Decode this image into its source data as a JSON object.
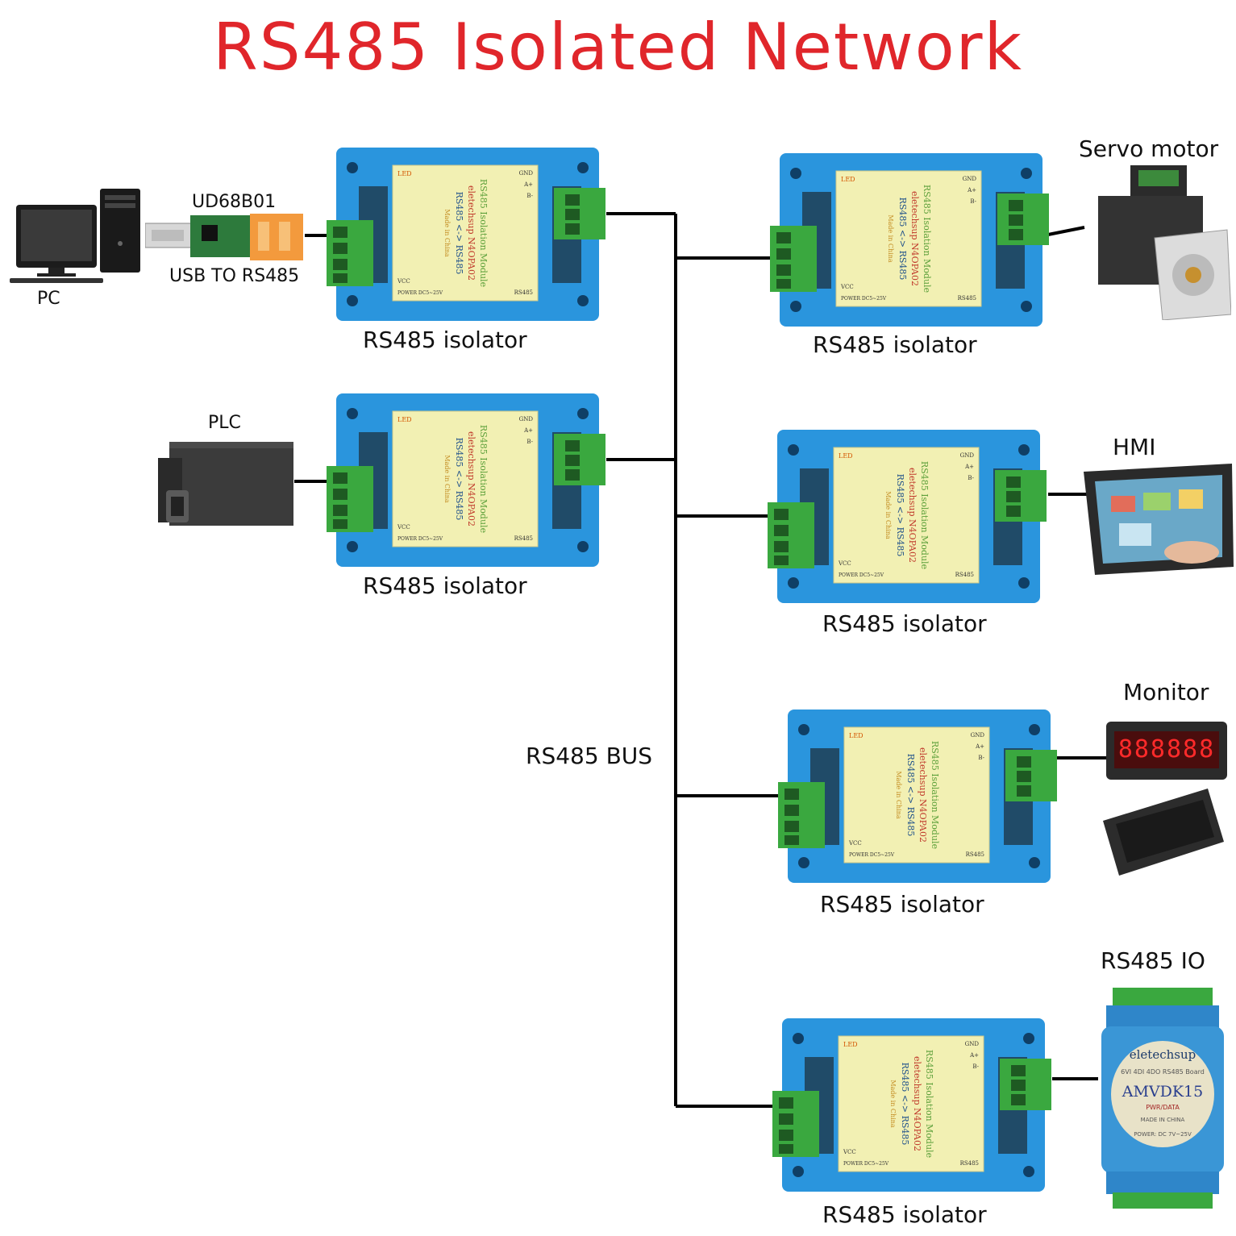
{
  "title": "RS485 Isolated Network",
  "bus_label": "RS485 BUS",
  "isolator_label": "RS485 isolator",
  "devices": {
    "pc": "PC",
    "usb_model": "UD68B01",
    "usb_label": "USB TO RS485",
    "plc": "PLC",
    "servo": "Servo motor",
    "hmi": "HMI",
    "monitor": "Monitor",
    "io": "RS485 IO"
  },
  "module_card": {
    "line1": "RS485 Isolation Module",
    "line2": "eletechsup   N4OPA02",
    "line3": "RS485 <-> RS485",
    "line4": "Made in China",
    "led": "LED",
    "t_gnd": "GND",
    "t_a": "A+",
    "t_b": "B-",
    "t_vcc": "VCC",
    "t_power": "POWER DC5~25V",
    "t_rs485": "RS485"
  },
  "io_module": {
    "brand": "eletechsup",
    "subtitle": "6VI 4DI 4DO RS485 Board",
    "model": "AMVDK15",
    "led": "PWR/DATA",
    "made": "MADE IN CHINA",
    "power": "POWER: DC 7V~25V"
  },
  "monitor_display": "888888",
  "colors": {
    "title": "#e0262b",
    "isolator_case": "#2a95dd",
    "terminal": "#3aa83f",
    "card": "#f2f0b3",
    "wire": "#000000"
  }
}
